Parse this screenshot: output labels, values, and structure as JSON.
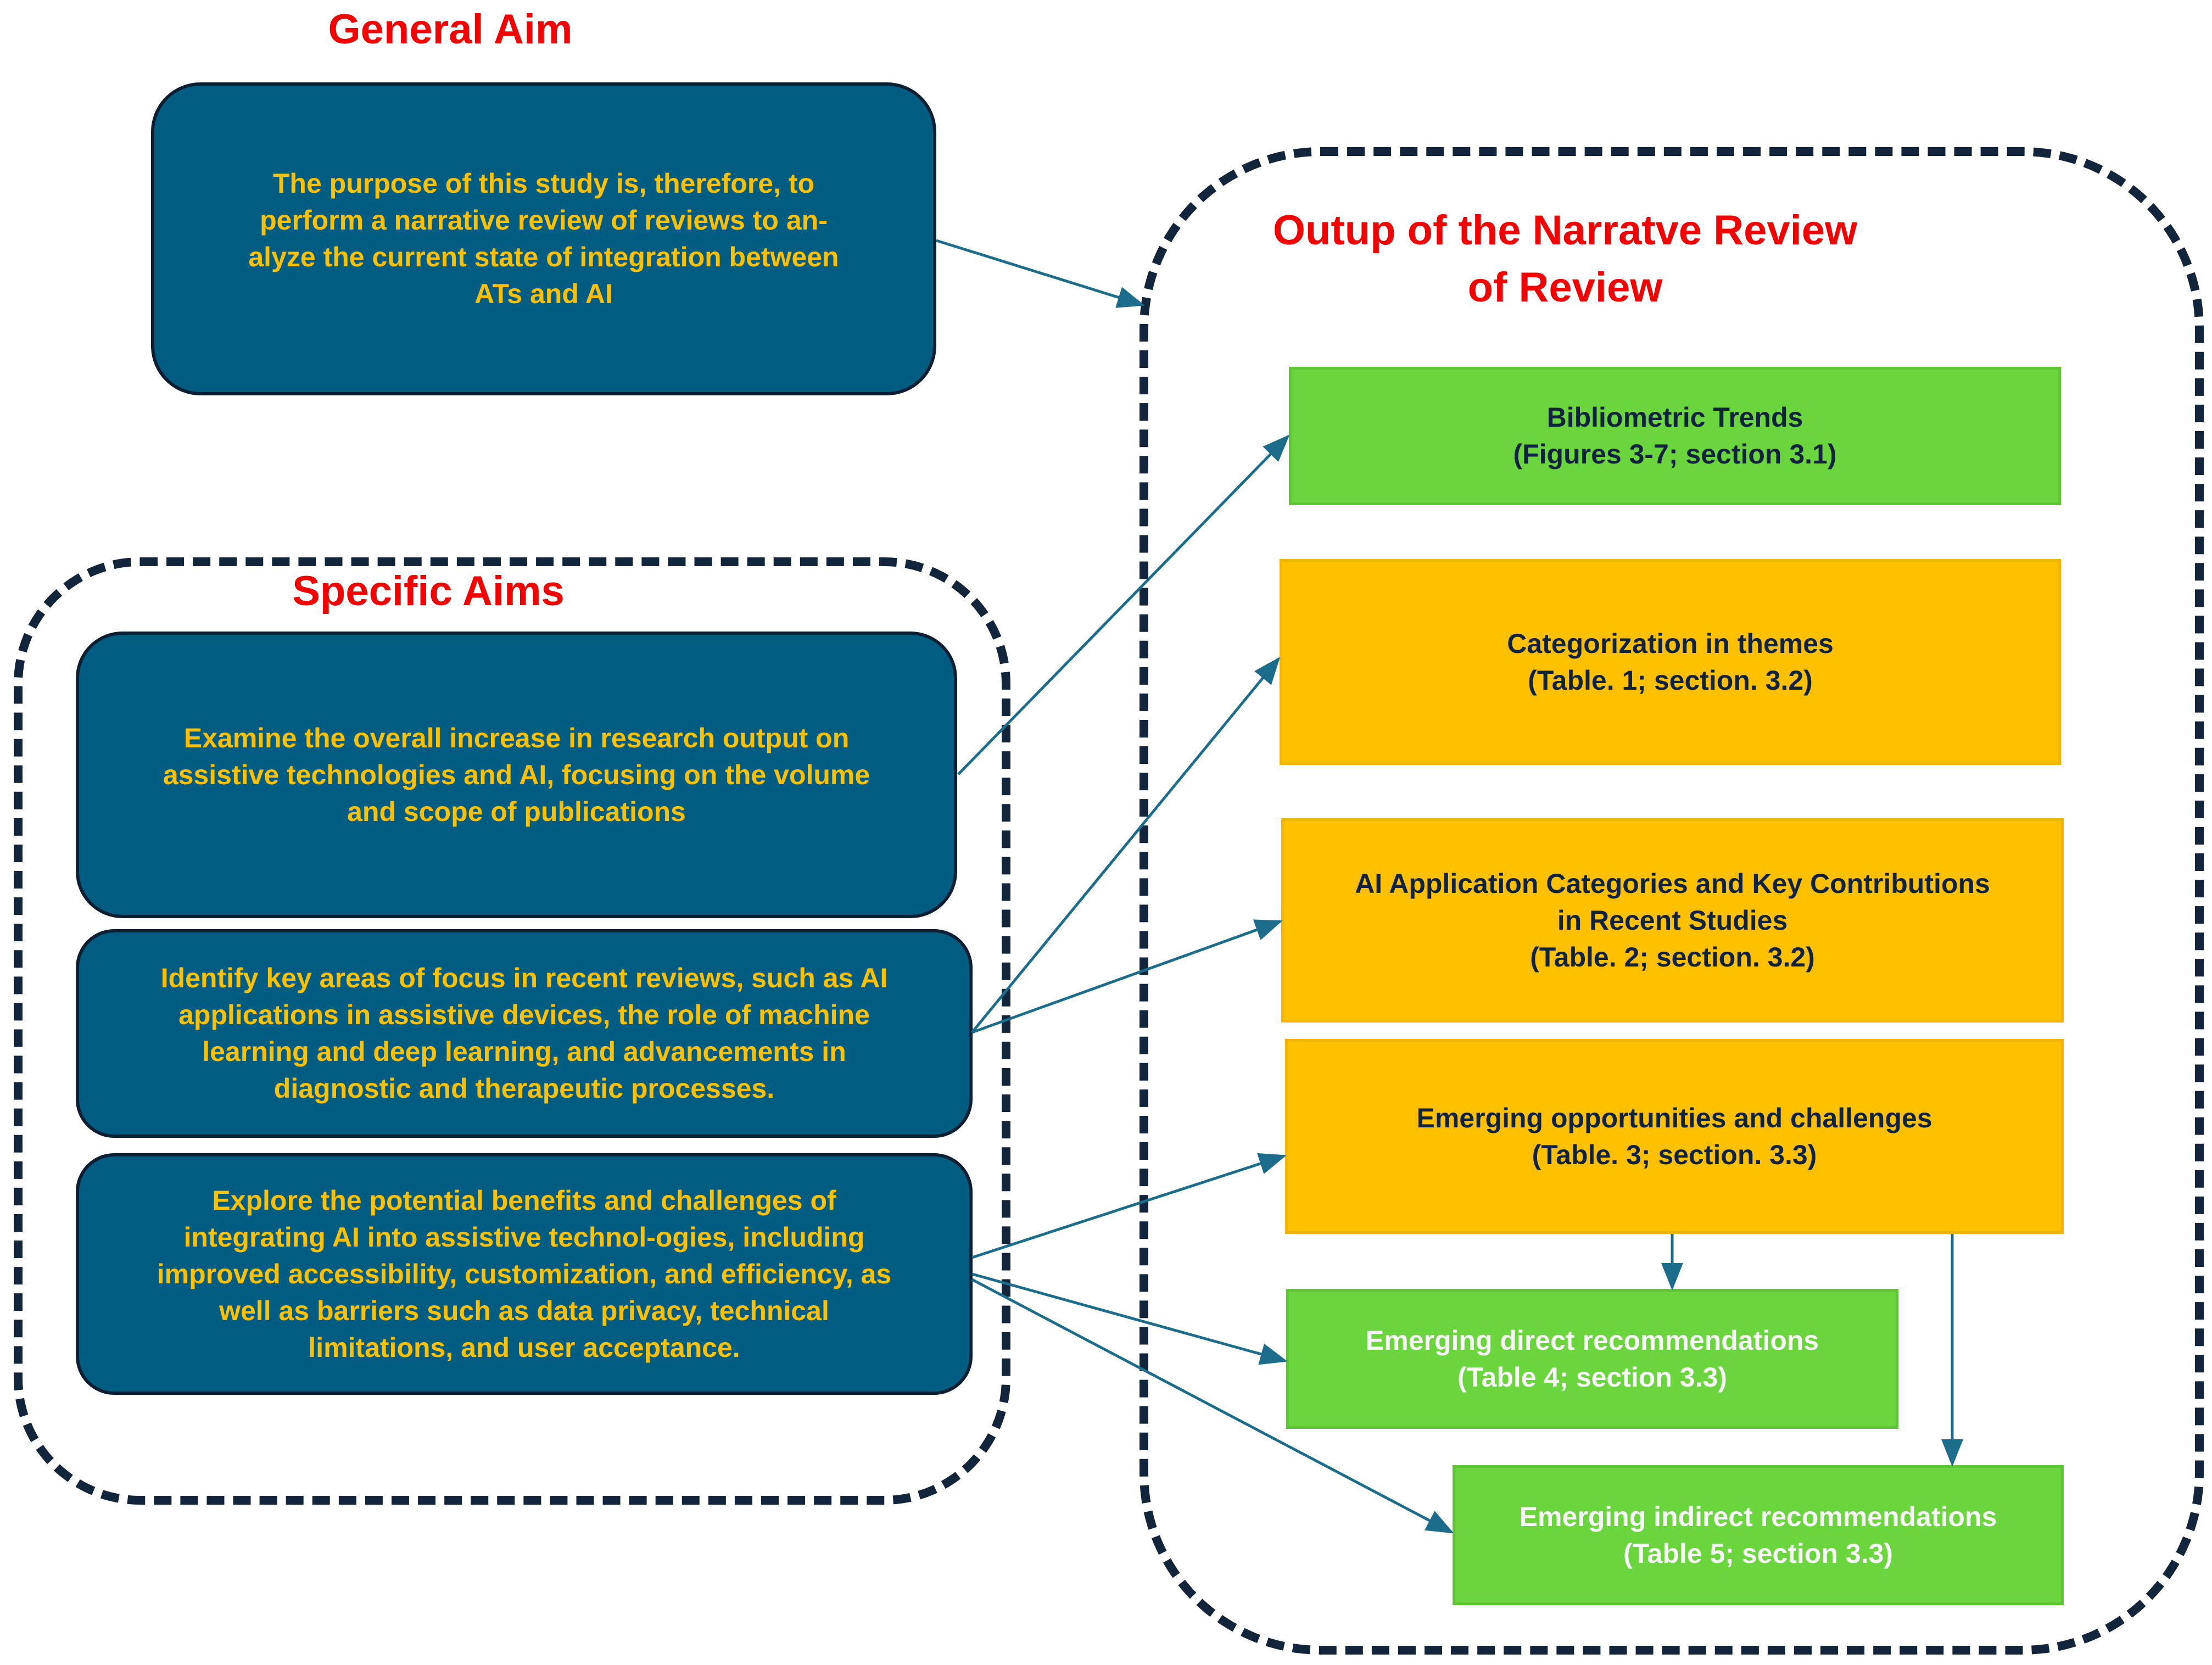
{
  "general_aim": {
    "heading": "General Aim",
    "text": "The purpose of this study is, therefore, to\nperform a narrative review of reviews to an-\nalyze the current state of integration between\nATs and AI"
  },
  "specific_aims": {
    "heading": "Specific Aims",
    "items": [
      {
        "text": "Examine the overall increase in research output on\nassistive technologies and AI, focusing on the volume\nand scope of publications"
      },
      {
        "text": "Identify key areas of focus in recent reviews, such as AI\napplications in assistive devices, the role of machine\nlearning and deep learning, and advancements in\ndiagnostic and therapeutic processes."
      },
      {
        "text": "Explore the potential benefits and challenges of\nintegrating AI into assistive technol-ogies, including\nimproved accessibility, customization, and efficiency, as\nwell as barriers such as data privacy, technical\nlimitations, and user acceptance."
      }
    ]
  },
  "output": {
    "heading": "Outup of the Narratve Review\nof Review",
    "boxes": [
      {
        "text": "Bibliometric Trends\n(Figures 3-7; section 3.1)",
        "color": "#6ad53c"
      },
      {
        "text": "Categorization in themes\n(Table. 1; section. 3.2)",
        "color": "#ffc000"
      },
      {
        "text": "AI Application Categories and Key Contributions\nin Recent Studies\n(Table. 2; section. 3.2)",
        "color": "#ffc000"
      },
      {
        "text": "Emerging opportunities and challenges\n(Table. 3; section. 3.3)",
        "color": "#ffc000"
      },
      {
        "text": "Emerging direct recommendations\n(Table 4; section 3.3)",
        "color": "#6ad53c"
      },
      {
        "text": "Emerging indirect recommendations\n(Table 5; section 3.3)",
        "color": "#6ad53c"
      }
    ]
  },
  "colors": {
    "heading_red": "#f40000",
    "aim_box_blue": "#005d82",
    "aim_text_gold": "#ffc000",
    "arrow_teal": "#1c6c8c",
    "dashed_border": "#13253a"
  }
}
